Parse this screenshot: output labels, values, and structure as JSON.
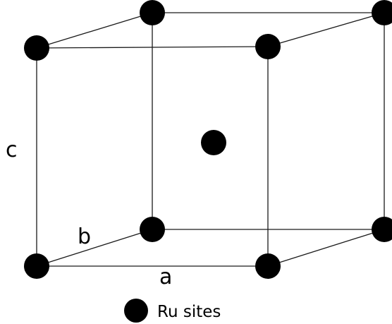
{
  "diagram": {
    "axis_labels": {
      "a": "a",
      "b": "b",
      "c": "c"
    },
    "legend": {
      "label": "Ru sites",
      "marker_color": "#000000"
    },
    "colors": {
      "edge": "#1a1a1a",
      "atom": "#000000",
      "background": "#ffffff"
    }
  }
}
